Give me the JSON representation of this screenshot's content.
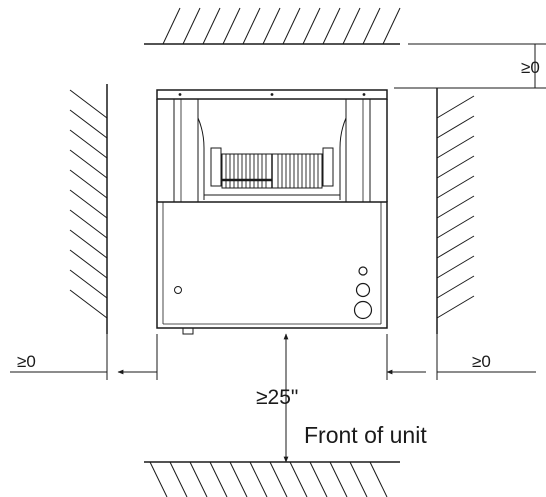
{
  "labels": {
    "top_clearance": "≥0",
    "left_clearance": "≥0",
    "right_clearance": "≥0",
    "front_clearance": "≥25\"",
    "front_caption": "Front of unit"
  }
}
